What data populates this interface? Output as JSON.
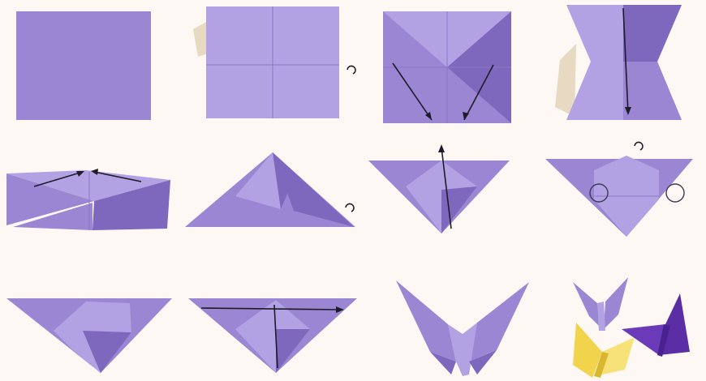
{
  "colors": {
    "background": "#fdf8f4",
    "paper": "#9a86d2",
    "paper_light": "#b3a2e3",
    "paper_dark": "#7e68bd",
    "butterfly_purple": "#6a3ab8",
    "butterfly_yellow": "#f2d34c",
    "arrow": "#1d1d2a"
  },
  "steps": [
    {
      "icon": "square-paper"
    },
    {
      "icon": "folded-square-flip",
      "flip_marker": true
    },
    {
      "icon": "diagonal-creases-arrows"
    },
    {
      "icon": "collapsing-square"
    },
    {
      "icon": "folded-flat-arrows"
    },
    {
      "icon": "triangle-base-flip",
      "flip_marker": true
    },
    {
      "icon": "triangle-up-arrow"
    },
    {
      "icon": "triangle-circled-corners-flip",
      "flip_marker": true
    },
    {
      "icon": "triangle-tucked"
    },
    {
      "icon": "triangle-horizontal-arrow"
    },
    {
      "icon": "origami-butterfly"
    },
    {
      "icon": "finished-butterflies"
    }
  ]
}
